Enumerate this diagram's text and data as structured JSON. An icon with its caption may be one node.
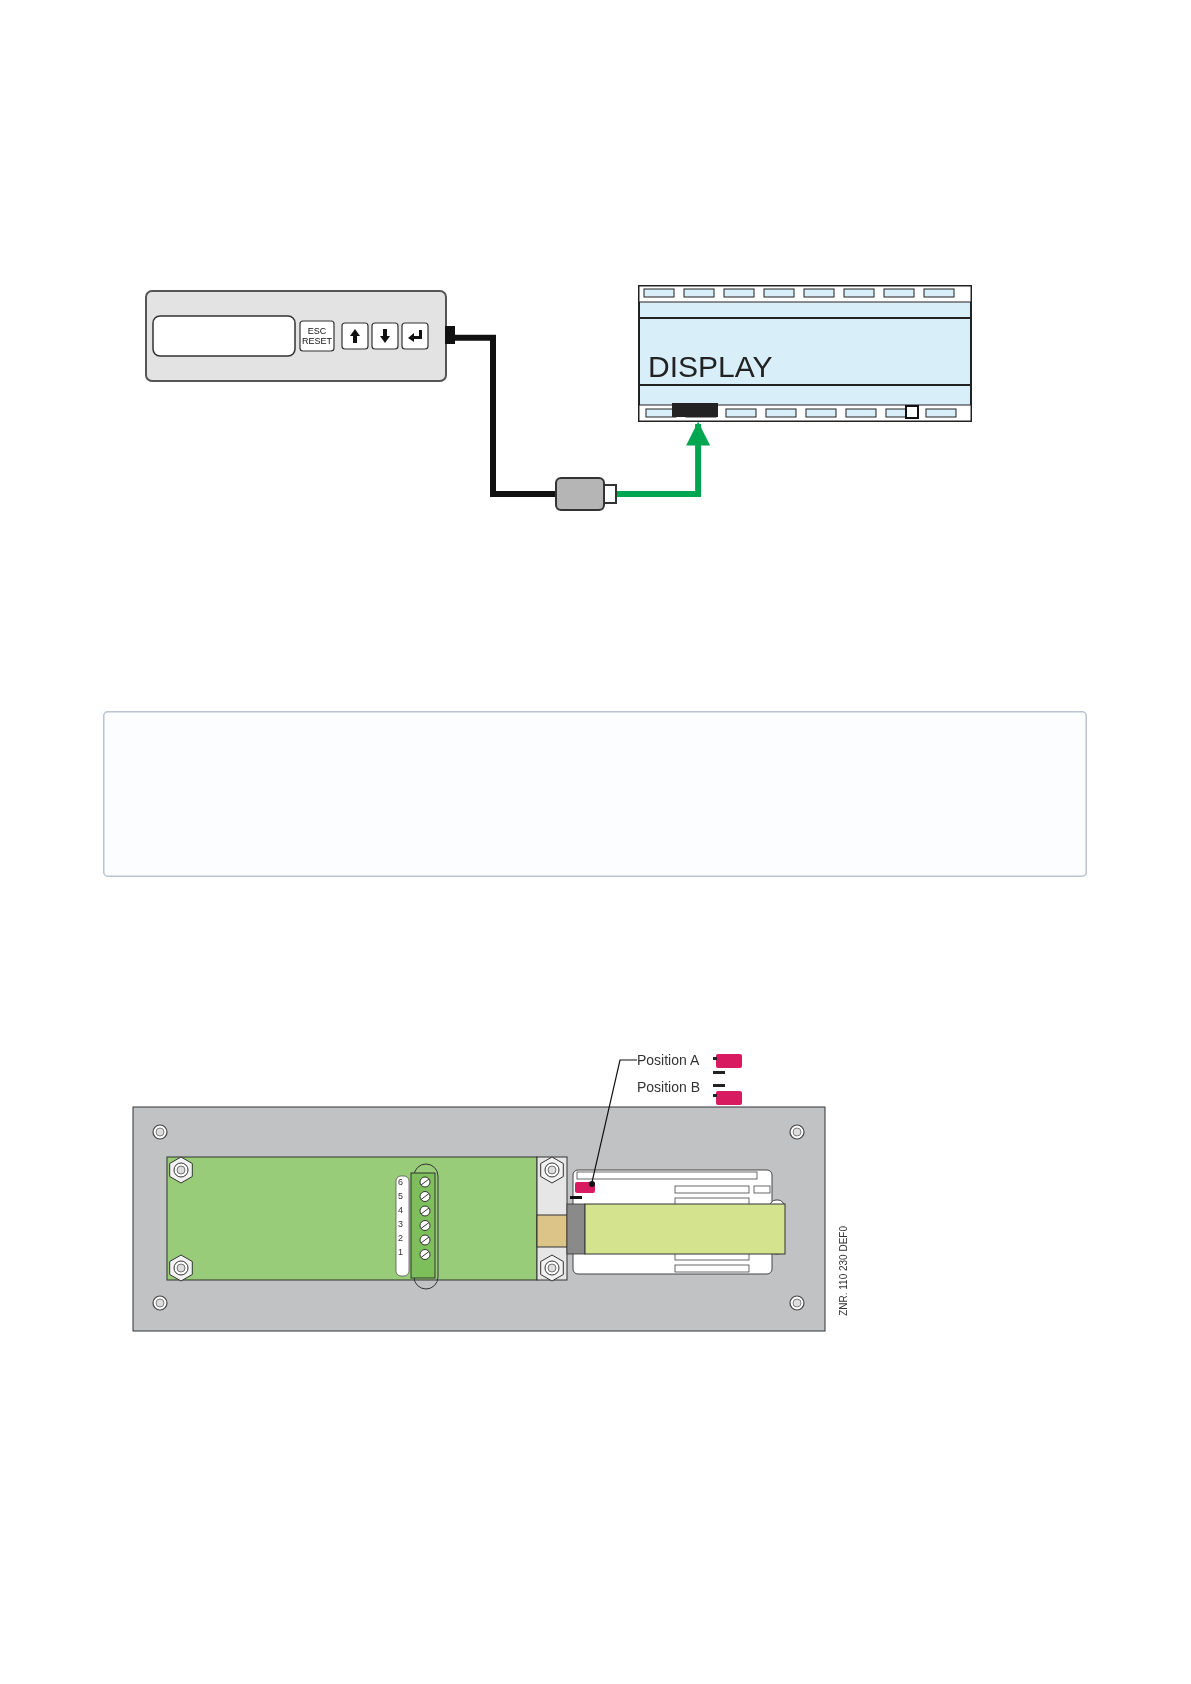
{
  "diagram": {
    "nodes": [
      {
        "text": [
          "ESC RESET"
        ]
      },
      {
        "text": [],
        "shape": "box"
      },
      {
        "text": [
          "DISPLAY"
        ]
      },
      {
        "text": [],
        "shape": "box"
      },
      {
        "text": [
          "Position A"
        ]
      },
      {
        "text": [],
        "shape": "box"
      }
    ],
    "edges": [
      {
        "from": 0,
        "to": 1,
        "arrow": "none"
      },
      {
        "from": 1,
        "to": 2,
        "arrow": "to",
        "color": "#00a650"
      },
      {
        "from": 4,
        "to": 5,
        "arrow": "none"
      }
    ],
    "labels": [
      "Position B",
      "6",
      "5",
      "4",
      "3",
      "2",
      "1",
      "ZNR. 110 230 DEF0"
    ]
  }
}
